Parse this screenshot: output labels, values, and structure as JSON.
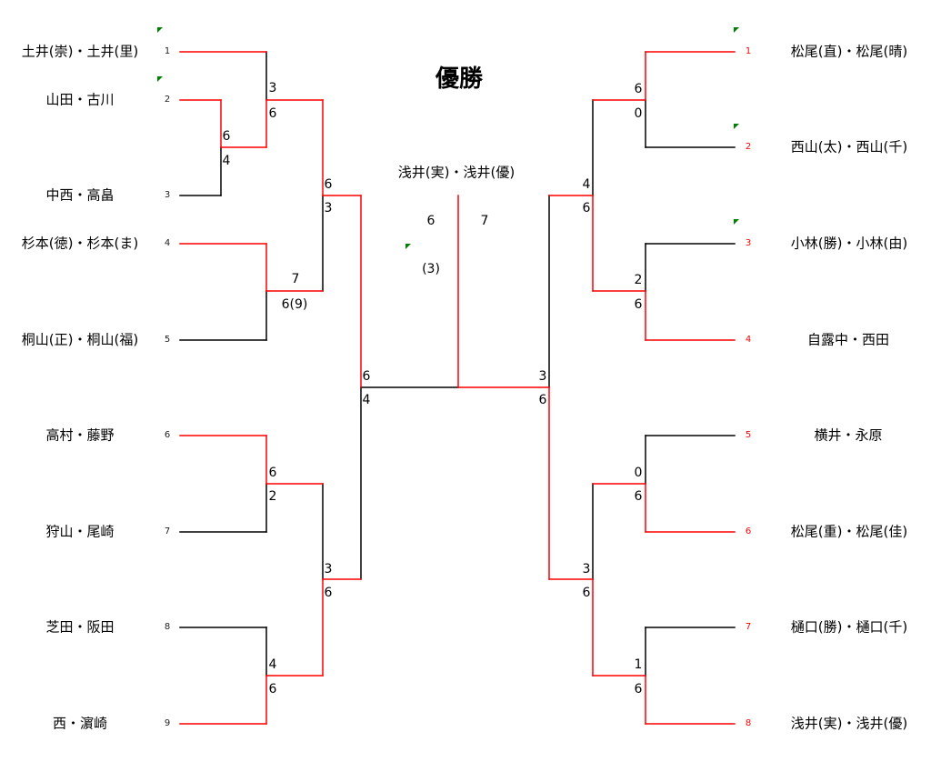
{
  "title": "優勝",
  "colors": {
    "winner_line": "#ff0000",
    "loser_line": "#000000",
    "right_seed_number": "#ff0000",
    "comment_marker": "#008000"
  },
  "final": {
    "champion": "浅井(実)・浅井(優)",
    "score_left": "6",
    "score_right": "7",
    "tiebreak": "(3)"
  },
  "left": {
    "entries": [
      {
        "seed": "1",
        "name": "土井(崇)・土井(里)"
      },
      {
        "seed": "2",
        "name": "山田・古川"
      },
      {
        "seed": "3",
        "name": "中西・高畠"
      },
      {
        "seed": "4",
        "name": "杉本(徳)・杉本(ま)"
      },
      {
        "seed": "5",
        "name": "桐山(正)・桐山(福)"
      },
      {
        "seed": "6",
        "name": "高村・藤野"
      },
      {
        "seed": "7",
        "name": "狩山・尾崎"
      },
      {
        "seed": "8",
        "name": "芝田・阪田"
      },
      {
        "seed": "9",
        "name": "西・濵崎"
      }
    ],
    "matches": {
      "m2v3": {
        "top": "6",
        "bottom": "4"
      },
      "m1v23": {
        "top": "3",
        "bottom": "6"
      },
      "m4v5": {
        "top": "7",
        "bottom": "6(9)"
      },
      "m6v7": {
        "top": "6",
        "bottom": "2"
      },
      "m8v9": {
        "top": "4",
        "bottom": "6"
      },
      "qf_upper": {
        "top": "6",
        "bottom": "3"
      },
      "qf_lower": {
        "top": "3",
        "bottom": "6"
      },
      "semifinal": {
        "top": "6",
        "bottom": "4"
      }
    }
  },
  "right": {
    "entries": [
      {
        "seed": "1",
        "name": "松尾(直)・松尾(晴)"
      },
      {
        "seed": "2",
        "name": "西山(太)・西山(千)"
      },
      {
        "seed": "3",
        "name": "小林(勝)・小林(由)"
      },
      {
        "seed": "4",
        "name": "自露中・西田"
      },
      {
        "seed": "5",
        "name": "横井・永原"
      },
      {
        "seed": "6",
        "name": "松尾(重)・松尾(佳)"
      },
      {
        "seed": "7",
        "name": "樋口(勝)・樋口(千)"
      },
      {
        "seed": "8",
        "name": "浅井(実)・浅井(優)"
      }
    ],
    "matches": {
      "m1v2": {
        "top": "6",
        "bottom": "0"
      },
      "m3v4": {
        "top": "2",
        "bottom": "6"
      },
      "m5v6": {
        "top": "0",
        "bottom": "6"
      },
      "m7v8": {
        "top": "1",
        "bottom": "6"
      },
      "qf_upper": {
        "top": "4",
        "bottom": "6"
      },
      "qf_lower": {
        "top": "3",
        "bottom": "6"
      },
      "semifinal": {
        "top": "3",
        "bottom": "6"
      }
    }
  }
}
